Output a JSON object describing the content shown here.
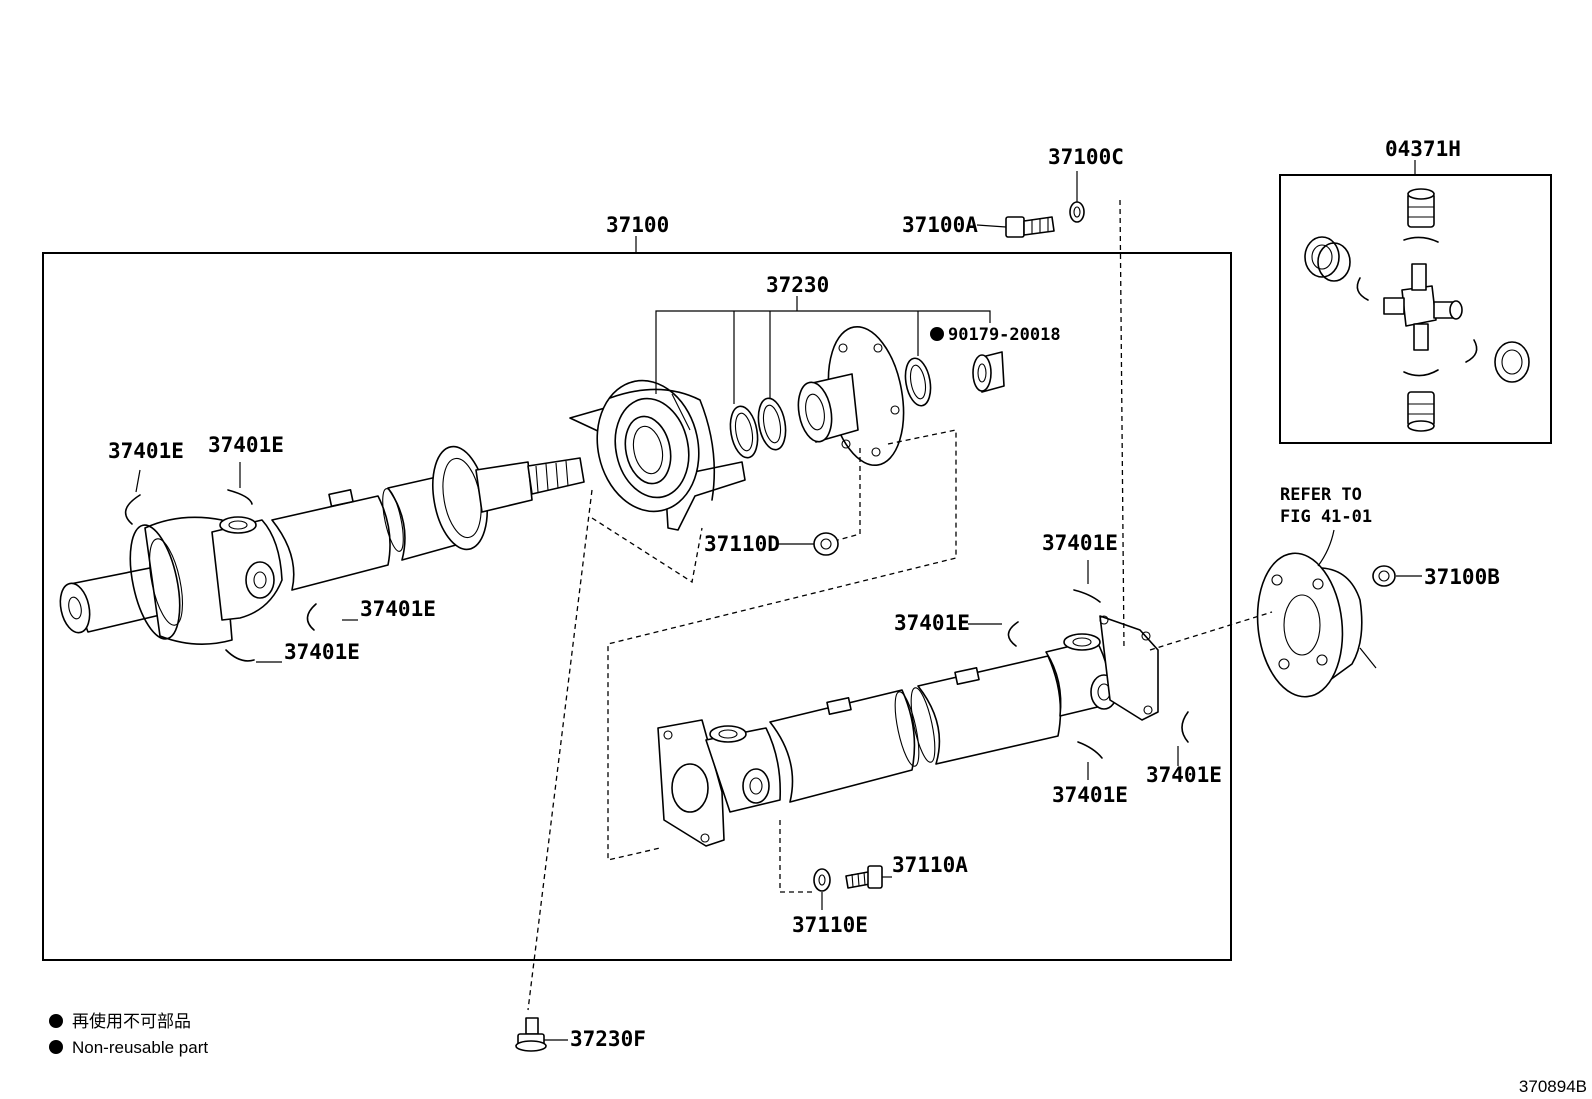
{
  "diagram_code": "370894B",
  "labels": {
    "assy": "37100",
    "center_bearing": "37230",
    "bolt_a": "37100A",
    "washer_c": "37100C",
    "nut_b": "37100B",
    "spider_kit": "04371H",
    "seal": "90179-20018",
    "snap_ring_1": "37401E",
    "snap_ring_2": "37401E",
    "snap_ring_3": "37401E",
    "snap_ring_4": "37401E",
    "snap_ring_5": "37401E",
    "snap_ring_6": "37401E",
    "snap_ring_7": "37401E",
    "snap_ring_8": "37401E",
    "nut_d": "37110D",
    "bolt_110a": "37110A",
    "washer_110e": "37110E",
    "bolt_230f": "37230F",
    "refer_line1": "REFER TO",
    "refer_line2": "FIG 41-01"
  },
  "legend": {
    "line_jp": "再使用不可部品",
    "line_en": "Non-reusable part"
  }
}
